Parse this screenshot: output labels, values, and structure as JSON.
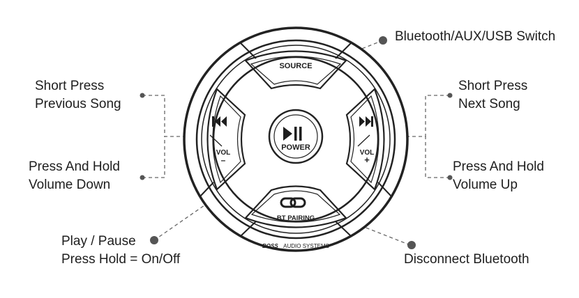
{
  "labels": {
    "source_switch": "Bluetooth/AUX/USB Switch",
    "prev_short": [
      "Short Press",
      "Previous Song"
    ],
    "next_short": [
      "Short Press",
      "Next Song"
    ],
    "vol_down_hold": [
      "Press And Hold",
      "Volume Down"
    ],
    "vol_up_hold": [
      "Press And Hold",
      "Volume Up"
    ],
    "play_pause": [
      "Play / Pause",
      "Press Hold = On/Off"
    ],
    "disconnect_bt": "Disconnect Bluetooth"
  },
  "device": {
    "source_text": "SOURCE",
    "power_text": "POWER",
    "vol_text": "VOL",
    "minus": "–",
    "plus": "+",
    "bt_pairing_text": "BT PAIRING",
    "brand_mark": "BOSS",
    "brand_text": "AUDIO SYSTEMS"
  },
  "icons": {
    "prev": "previous-track-icon",
    "next": "next-track-icon",
    "play_pause": "play-pause-icon",
    "link": "link-icon"
  },
  "colors": {
    "ink": "#1e1e1e",
    "leader": "#555555",
    "dot": "#555555",
    "device_stroke": "#222222"
  }
}
